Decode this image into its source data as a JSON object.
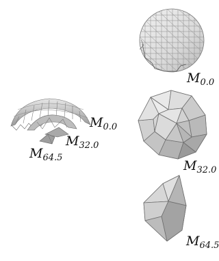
{
  "figure": {
    "left_panel": {
      "labels": [
        {
          "letter": "M",
          "sub": "0.0"
        },
        {
          "letter": "M",
          "sub": "32.0"
        },
        {
          "letter": "M",
          "sub": "64.5"
        }
      ]
    },
    "right_panel": {
      "labels": [
        {
          "letter": "M",
          "sub": "0.0"
        },
        {
          "letter": "M",
          "sub": "32.0"
        },
        {
          "letter": "M",
          "sub": "64.5"
        }
      ]
    },
    "colors": {
      "mesh_light": "#e4e4e4",
      "mesh_mid": "#c8c8c8",
      "mesh_dark": "#8f8f8f",
      "mesh_line": "#6e6e6e"
    }
  }
}
